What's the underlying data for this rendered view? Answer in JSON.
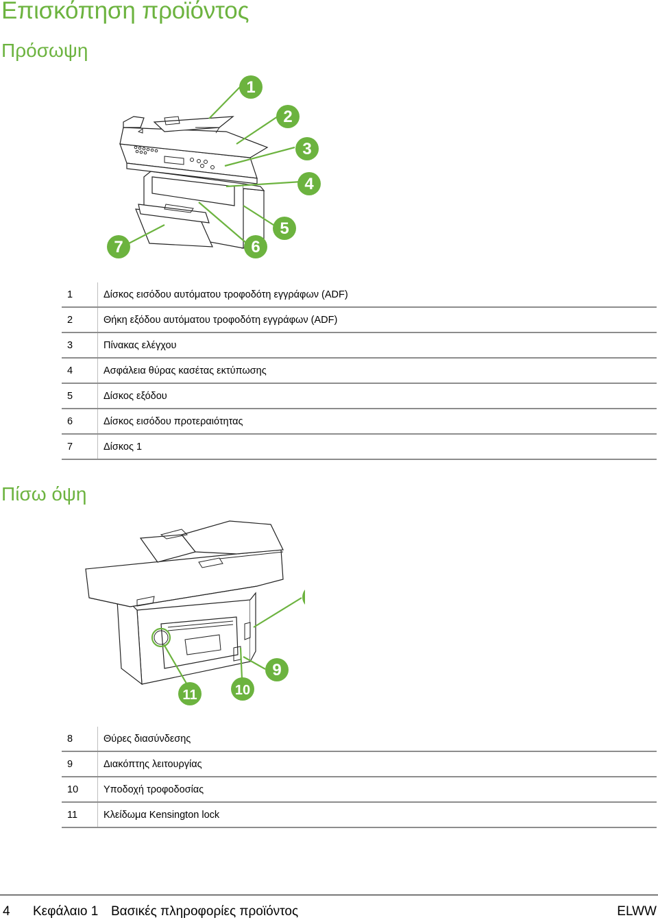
{
  "page": {
    "title": "Επισκόπηση προϊόντος",
    "front": {
      "heading": "Πρόσωψη",
      "callouts": [
        {
          "num": "1",
          "label": "Δίσκος εισόδου αυτόματου τροφοδότη εγγράφων (ADF)"
        },
        {
          "num": "2",
          "label": "Θήκη εξόδου αυτόματου τροφοδότη εγγράφων (ADF)"
        },
        {
          "num": "3",
          "label": "Πίνακας ελέγχου"
        },
        {
          "num": "4",
          "label": "Ασφάλεια θύρας κασέτας εκτύπωσης"
        },
        {
          "num": "5",
          "label": "Δίσκος εξόδου"
        },
        {
          "num": "6",
          "label": "Δίσκος εισόδου προτεραιότητας"
        },
        {
          "num": "7",
          "label": "Δίσκος 1"
        }
      ]
    },
    "back": {
      "heading": "Πίσω όψη",
      "callouts": [
        {
          "num": "8",
          "label": "Θύρες διασύνδεσης"
        },
        {
          "num": "9",
          "label": "Διακόπτης λειτουργίας"
        },
        {
          "num": "10",
          "label": "Υποδοχή τροφοδοσίας"
        },
        {
          "num": "11",
          "label": "Κλείδωμα Kensington lock"
        }
      ]
    },
    "footer": {
      "page_number": "4",
      "chapter": "Κεφάλαιο 1",
      "chapter_title": "Βασικές πληροφορίες προϊόντος",
      "edition": "ELWW"
    },
    "accent_color": "#6cb33f"
  }
}
